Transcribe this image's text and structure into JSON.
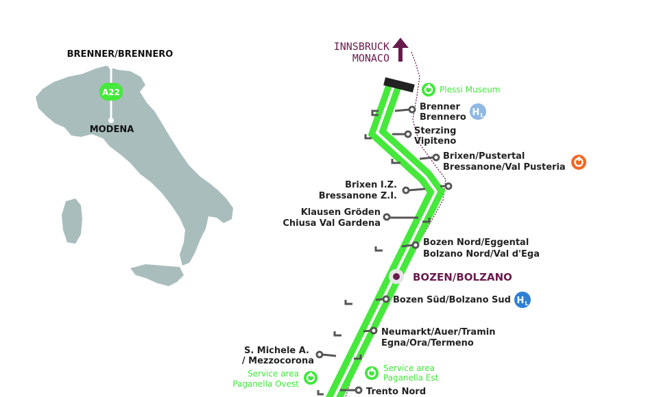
{
  "inset": {
    "top_label": "BRENNER/BRENNERO",
    "bottom_label": "MODENA",
    "road_badge": "A22",
    "colors": {
      "land": "#a9bdbd",
      "road": "#46e83c"
    }
  },
  "destination": {
    "line1": "INNSBRUCK",
    "line2": "MONACO",
    "color": "#6a1b4d"
  },
  "city": {
    "name": "BOZEN/BOLZANO"
  },
  "colors": {
    "motorway": "#46e83c",
    "text": "#222222",
    "service_green": "#3ee83a",
    "hotel_blue": "#2f7fd6",
    "hotel_light": "#8fb8e3",
    "orange": "#f06a24"
  },
  "exits": [
    {
      "line1": "Brenner",
      "line2": "Brennero",
      "icon": "hotel-light"
    },
    {
      "line1": "Sterzing",
      "line2": "Vipiteno"
    },
    {
      "line1": "Brixen/Pustertal",
      "line2": "Bressanone/Val Pusteria",
      "icon": "orange-service"
    },
    {
      "line1": "Brixen I.Z.",
      "line2": "Bressanone Z.I."
    },
    {
      "line1": "Klausen Gröden",
      "line2": "Chiusa Val Gardena"
    },
    {
      "line1": "Bozen Nord/Eggental",
      "line2": "Bolzano Nord/Val d'Ega"
    },
    {
      "line1": "Bozen Süd/Bolzano Sud",
      "line2": "",
      "icon": "hotel-blue"
    },
    {
      "line1": "Neumarkt/Auer/Tramin",
      "line2": "Egna/Ora/Termeno"
    },
    {
      "line1": "S. Michele A.",
      "line2": "/ Mezzocorona"
    },
    {
      "line1": "Trento Nord",
      "line2": ""
    }
  ],
  "services": [
    {
      "line1": "Plessi Museum",
      "line2": ""
    },
    {
      "line1": "Service area",
      "line2": "Paganella Est"
    },
    {
      "line1": "Service area",
      "line2": "Paganella Ovest"
    }
  ],
  "icons": {
    "hotel_text": "H",
    "hotel_sub": "L"
  }
}
